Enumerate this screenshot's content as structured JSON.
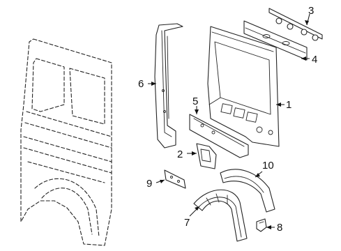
{
  "callouts": [
    {
      "id": "1",
      "text": "1",
      "part": "rear-side-inner-panel"
    },
    {
      "id": "2",
      "text": "2",
      "part": "bracket"
    },
    {
      "id": "3",
      "text": "3",
      "part": "wiring-clip-strip"
    },
    {
      "id": "4",
      "text": "4",
      "part": "upper-rail"
    },
    {
      "id": "5",
      "text": "5",
      "part": "lower-rail"
    },
    {
      "id": "6",
      "text": "6",
      "part": "pillar"
    },
    {
      "id": "7",
      "text": "7",
      "part": "wheelhouse-inner"
    },
    {
      "id": "8",
      "text": "8",
      "part": "small-bracket"
    },
    {
      "id": "9",
      "text": "9",
      "part": "reinforcement-plate"
    },
    {
      "id": "10",
      "text": "10",
      "part": "wheelhouse-extension"
    }
  ]
}
